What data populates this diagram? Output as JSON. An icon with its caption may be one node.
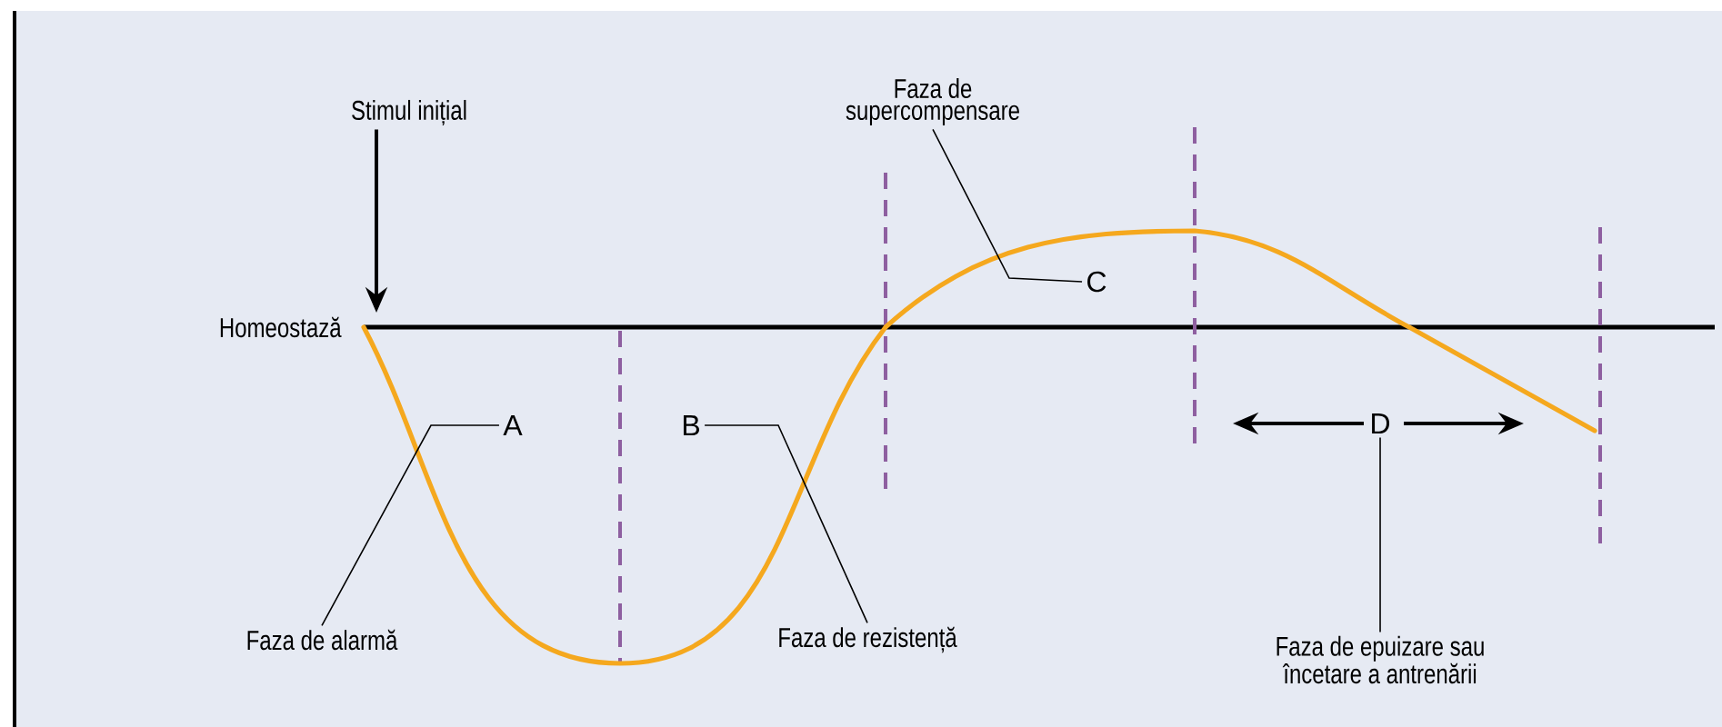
{
  "diagram": {
    "nodes": [
      {
        "text": [
          "Stimul inițial"
        ]
      },
      {
        "text": [
          "Faza de supercompensare"
        ]
      },
      {
        "text": [
          "A"
        ]
      },
      {
        "text": [
          "B"
        ]
      },
      {
        "text": [
          "C"
        ]
      },
      {
        "text": [
          "D"
        ]
      },
      {
        "text": [
          "Faza de alarmă"
        ]
      },
      {
        "text": [
          "Faza de rezistență"
        ]
      },
      {
        "text": [
          "Faza de epuizare sau încetare a antrenării"
        ]
      }
    ],
    "edges": [
      {
        "from": 0,
        "to": null,
        "arrow": "to"
      },
      {
        "from": 2,
        "to": 6,
        "arrow": "none"
      },
      {
        "from": 3,
        "to": 7,
        "arrow": "none"
      },
      {
        "from": 4,
        "to": 1,
        "arrow": "none"
      },
      {
        "from": 5,
        "to": 8,
        "arrow": "none"
      }
    ],
    "labels": [
      "Homeostază"
    ]
  }
}
